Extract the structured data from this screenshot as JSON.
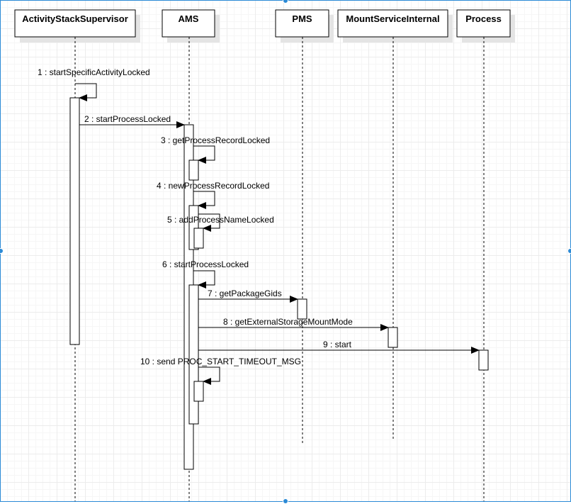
{
  "accent_color": "#2b8ad6",
  "participants": [
    {
      "id": "ass",
      "label": "ActivityStackSupervisor"
    },
    {
      "id": "ams",
      "label": "AMS"
    },
    {
      "id": "pms",
      "label": "PMS"
    },
    {
      "id": "msi",
      "label": "MountServiceInternal"
    },
    {
      "id": "proc",
      "label": "Process"
    }
  ],
  "messages": [
    {
      "num": "1",
      "name": "startSpecificActivityLocked",
      "from": "ass",
      "to": "ass",
      "self": true
    },
    {
      "num": "2",
      "name": "startProcessLocked",
      "from": "ass",
      "to": "ams",
      "self": false
    },
    {
      "num": "3",
      "name": "getProcessRecordLocked",
      "from": "ams",
      "to": "ams",
      "self": true
    },
    {
      "num": "4",
      "name": "newProcessRecordLocked",
      "from": "ams",
      "to": "ams",
      "self": true
    },
    {
      "num": "5",
      "name": "addProcessNameLocked",
      "from": "ams",
      "to": "ams",
      "self": true
    },
    {
      "num": "6",
      "name": "startProcessLocked",
      "from": "ams",
      "to": "ams",
      "self": true
    },
    {
      "num": "7",
      "name": "getPackageGids",
      "from": "ams",
      "to": "pms",
      "self": false
    },
    {
      "num": "8",
      "name": "getExternalStorageMountMode",
      "from": "ams",
      "to": "msi",
      "self": false
    },
    {
      "num": "9",
      "name": "start",
      "from": "ams",
      "to": "proc",
      "self": false
    },
    {
      "num": "10",
      "name": "send PROC_START_TIMEOUT_MSG",
      "from": "ams",
      "to": "ams",
      "self": true
    }
  ]
}
